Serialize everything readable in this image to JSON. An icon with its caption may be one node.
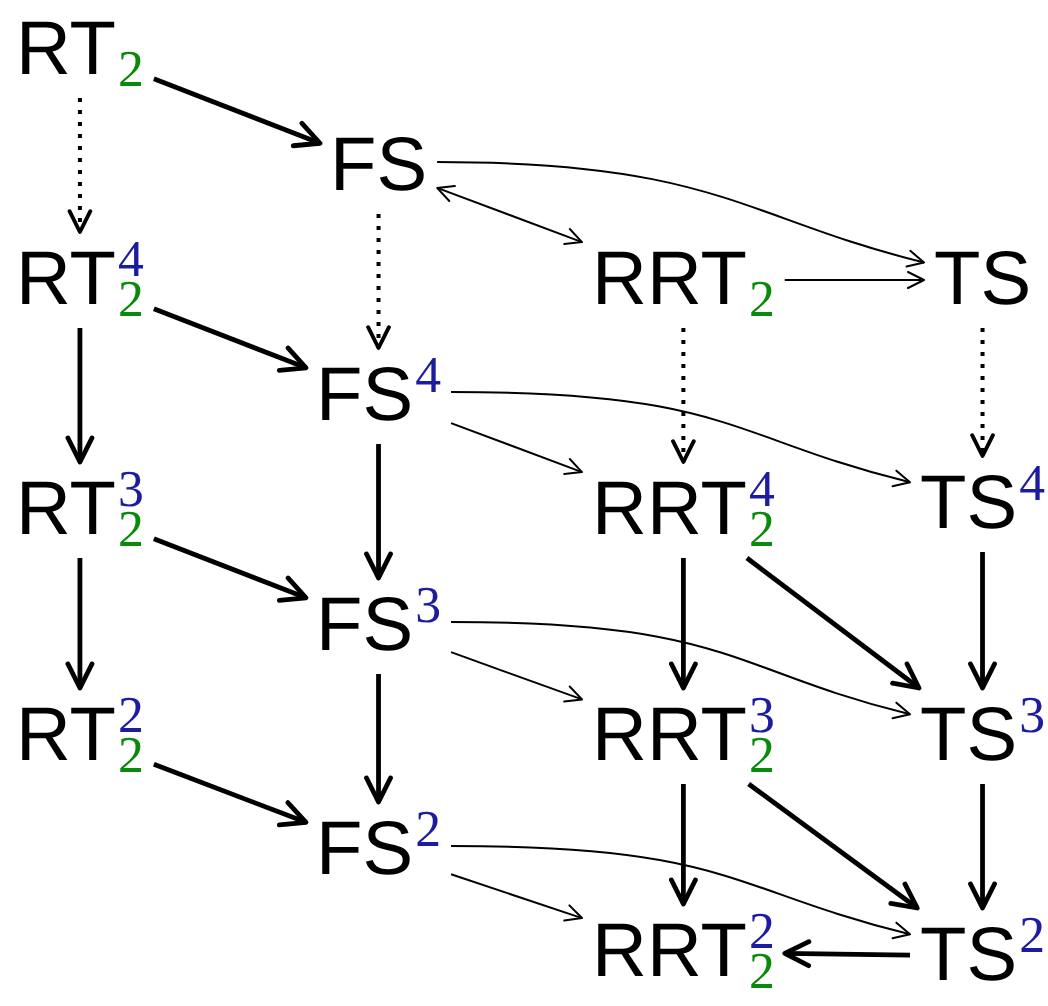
{
  "diagram": {
    "nodes": [
      {
        "text": [
          "RT$_{2}$"
        ]
      },
      {
        "text": [
          "FS"
        ]
      },
      {
        "text": [
          "RT$^{4}$$_{2}$"
        ]
      },
      {
        "text": [
          "RRT$_{2}$"
        ]
      },
      {
        "text": [
          "TS"
        ]
      },
      {
        "text": [
          "FS$^{4}$"
        ]
      },
      {
        "text": [
          "RT$^{3}$$_{2}$"
        ]
      },
      {
        "text": [
          "RRT$^{4}$$_{2}$"
        ]
      },
      {
        "text": [
          "TS$^{4}$"
        ]
      },
      {
        "text": [
          "FS$^{3}$"
        ]
      },
      {
        "text": [
          "RT$^{2}$$_{2}$"
        ]
      },
      {
        "text": [
          "RRT$^{3}$$_{2}$"
        ]
      },
      {
        "text": [
          "TS$^{3}$"
        ]
      },
      {
        "text": [
          "FS$^{2}$"
        ]
      },
      {
        "text": [
          "RRT$^{2}$$_{2}$"
        ]
      },
      {
        "text": [
          "TS$^{2}$"
        ]
      }
    ],
    "edges": [
      {
        "from": 0,
        "to": 1,
        "arrow": "to"
      },
      {
        "from": 0,
        "to": 2,
        "arrow": "to",
        "style": "dashed"
      },
      {
        "from": 1,
        "to": 5,
        "arrow": "to",
        "style": "dashed"
      },
      {
        "from": 1,
        "to": 4,
        "arrow": "to"
      },
      {
        "from": 1,
        "to": 3,
        "arrow": "both"
      },
      {
        "from": 3,
        "to": 4,
        "arrow": "to"
      },
      {
        "from": 2,
        "to": 5,
        "arrow": "to"
      },
      {
        "from": 2,
        "to": 6,
        "arrow": "to"
      },
      {
        "from": 3,
        "to": 7,
        "arrow": "to",
        "style": "dashed"
      },
      {
        "from": 4,
        "to": 8,
        "arrow": "to",
        "style": "dashed"
      },
      {
        "from": 5,
        "to": 7,
        "arrow": "to"
      },
      {
        "from": 5,
        "to": 8,
        "arrow": "to"
      },
      {
        "from": 5,
        "to": 9,
        "arrow": "to"
      },
      {
        "from": 6,
        "to": 9,
        "arrow": "to"
      },
      {
        "from": 6,
        "to": 10,
        "arrow": "to"
      },
      {
        "from": 7,
        "to": 11,
        "arrow": "to"
      },
      {
        "from": 7,
        "to": 12,
        "arrow": "to"
      },
      {
        "from": 8,
        "to": 12,
        "arrow": "to"
      },
      {
        "from": 9,
        "to": 11,
        "arrow": "to"
      },
      {
        "from": 9,
        "to": 12,
        "arrow": "to"
      },
      {
        "from": 9,
        "to": 13,
        "arrow": "to"
      },
      {
        "from": 10,
        "to": 13,
        "arrow": "to"
      },
      {
        "from": 11,
        "to": 14,
        "arrow": "to"
      },
      {
        "from": 11,
        "to": 15,
        "arrow": "to"
      },
      {
        "from": 12,
        "to": 15,
        "arrow": "to"
      },
      {
        "from": 13,
        "to": 14,
        "arrow": "to"
      },
      {
        "from": 13,
        "to": 15,
        "arrow": "to"
      },
      {
        "from": 15,
        "to": 14,
        "arrow": "to"
      }
    ]
  }
}
